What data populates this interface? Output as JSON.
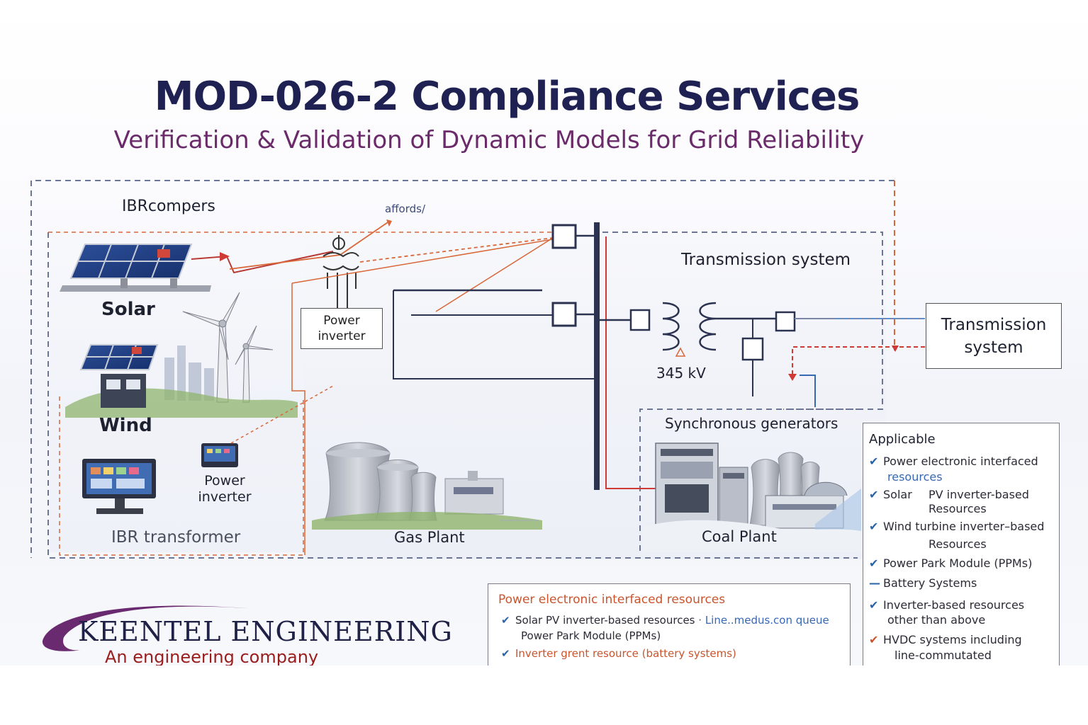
{
  "header": {
    "title": "MOD-026-2 Compliance Services",
    "subtitle": "Verification & Validation of Dynamic Models for Grid Reliability"
  },
  "diagram": {
    "ibr_group_label": "IBRcompers",
    "affords_label": "affords/",
    "solar_label": "Solar",
    "wind_label": "Wind",
    "power_inverter_box": [
      "Power",
      "inverter"
    ],
    "power_inverter_small": [
      "Power",
      "inverter"
    ],
    "ibr_transformer_label": "IBR transformer",
    "transmission_system_label": "Transmission system",
    "voltage_label": "345 kV",
    "transmission_box": [
      "Transmission",
      "system"
    ],
    "synchronous_label": "Synchronous generators",
    "gas_plant_label": "Gas Plant",
    "coal_plant_label": "Coal Plant"
  },
  "applicable_panel": {
    "heading": "Applicable",
    "items": [
      {
        "mark": "✔",
        "lines": [
          "Power electronic interfaced",
          "resources"
        ]
      },
      {
        "mark": "✔",
        "lines": [
          "Solar",
          "PV inverter-based",
          "Resources"
        ]
      },
      {
        "mark": "✔",
        "lines": [
          "Wind turbine inverter–based",
          "Resources"
        ]
      },
      {
        "mark": "✔",
        "lines": [
          "Power Park Module (PPMs)"
        ]
      },
      {
        "mark": "—",
        "lines": [
          "Battery Systems"
        ]
      },
      {
        "mark": "✔",
        "lines": [
          "Inverter-based resources",
          "other than above"
        ]
      },
      {
        "mark": "✔",
        "lines": [
          "HVDC systems including",
          "line-commutated"
        ]
      }
    ]
  },
  "resources_panel": {
    "heading": "Power electronic interfaced resources",
    "rows": [
      {
        "mark": "✔",
        "text": "Solar PV inverter-based resources",
        "link": "Line..medus.con queue"
      },
      {
        "mark": "",
        "text": "Power Park Module (PPMs)"
      },
      {
        "mark": "✔",
        "text": "Inverter grent resource (battery systems)"
      }
    ]
  },
  "logo": {
    "name": "KEENTEL ENGINEERING",
    "tagline": "An engineering company"
  },
  "colors": {
    "title": "#1f2152",
    "subtitle": "#6b2b6a",
    "dash_frame": "#6b7596",
    "orange_line": "#d8683a",
    "red_line": "#d03a34",
    "bus": "#2b3350",
    "check": "#2a64a8"
  }
}
